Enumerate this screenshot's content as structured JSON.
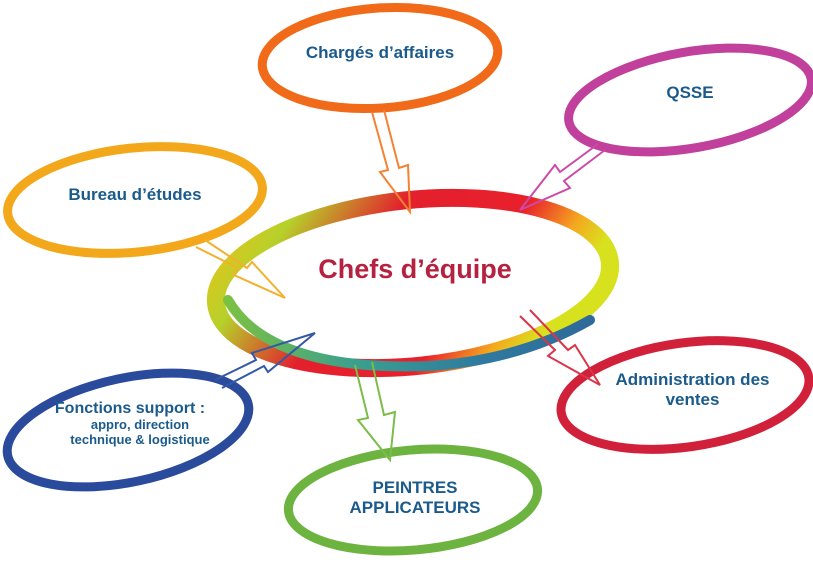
{
  "center": {
    "label": "Chefs d’équipe"
  },
  "nodes": {
    "charges": {
      "label": "Chargés d’affaires",
      "color": "#f06a1a"
    },
    "qsse": {
      "label": "QSSE",
      "color": "#c0409c"
    },
    "bureau": {
      "label": "Bureau d’études",
      "color": "#f3a81c"
    },
    "admin": {
      "label": "Administration des ventes",
      "color": "#d1203a"
    },
    "peintres": {
      "label": "PEINTRES APPLICATEURS",
      "color": "#6cb33f"
    },
    "fonctions": {
      "title": "Fonctions support :",
      "line2": "appro, direction",
      "line3": "technique & logistique",
      "color": "#2a4a9c"
    }
  },
  "colors": {
    "text": "#1b5b8c",
    "center_text": "#b5213f"
  }
}
